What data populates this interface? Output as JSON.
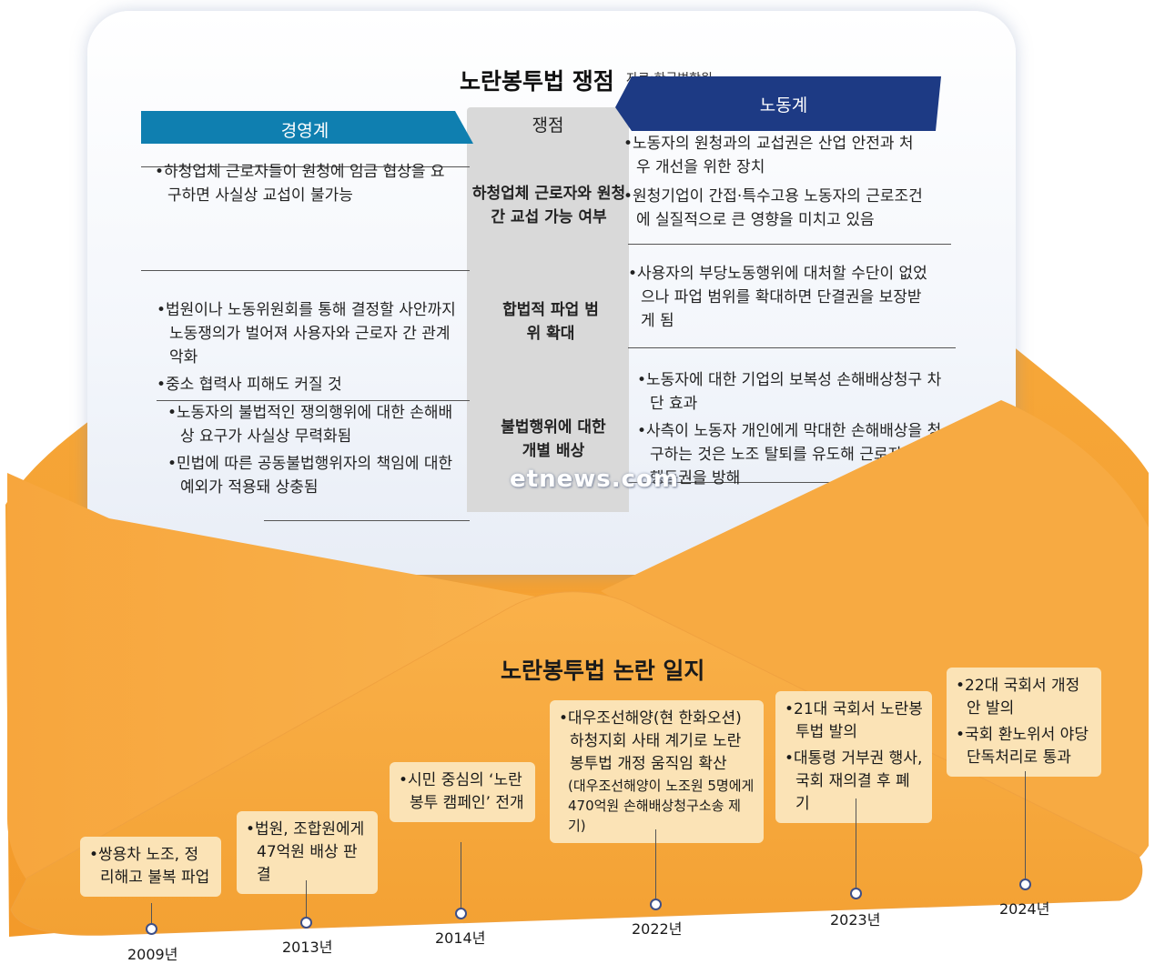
{
  "colors": {
    "envelope": "#f7ad3f",
    "management": "#0f7fb0",
    "labor": "#1d3a84",
    "issue_col": "#d9d9d9",
    "timeline_box": "#fbe3b6",
    "dot_border": "#3d4f88"
  },
  "card": {
    "title": "노란봉투법 쟁점",
    "source": "자료:한국법학원",
    "headers": {
      "management": "경영계",
      "issue": "쟁점",
      "labor": "노동계"
    },
    "rows": [
      {
        "issue": "하청업체 근로자와 원청 간 교섭 가능 여부",
        "management": [
          "하청업체 근로자들이 원청에 임금 협상을 요구하면 사실상 교섭이 불가능"
        ],
        "labor": [
          "노동자의 원청과의 교섭권은 산업 안전과 처우 개선을 위한 장치",
          "원청기업이 간접·특수고용 노동자의 근로조건에 실질적으로 큰 영향을 미치고 있음"
        ]
      },
      {
        "issue": "합법적 파업 범위 확대",
        "management": [
          "법원이나 노동위원회를 통해 결정할 사안까지 노동쟁의가 벌어져 사용자와 근로자 간 관계 악화",
          "중소 협력사 피해도 커질 것"
        ],
        "labor": [
          "사용자의 부당노동행위에 대처할 수단이 없었으나 파업 범위를 확대하면 단결권을 보장받게 됨"
        ]
      },
      {
        "issue": "불법행위에 대한 개별 배상",
        "management": [
          "노동자의 불법적인 쟁의행위에 대한 손해배상 요구가 사실상 무력화됨",
          "민법에 따른 공동불법행위자의 책임에 대한 예외가 적용돼 상충됨"
        ],
        "labor": [
          "노동자에 대한 기업의 보복성 손해배상청구 차단 효과",
          "사측이 노동자 개인에게 막대한 손해배상을 청구하는 것은 노조 탈퇴를 유도해 근로자 단체행동권을 방해"
        ]
      }
    ],
    "watermark": "etnews.com"
  },
  "timeline": {
    "title": "노란봉투법 논란 일지",
    "events": [
      {
        "year": "2009년",
        "items": [
          "쌍용차 노조, 정리해고 불복 파업"
        ],
        "note": ""
      },
      {
        "year": "2013년",
        "items": [
          "법원, 조합원에게 47억원 배상 판결"
        ],
        "note": ""
      },
      {
        "year": "2014년",
        "items": [
          "시민 중심의 ‘노란봉투 캠페인’ 전개"
        ],
        "note": ""
      },
      {
        "year": "2022년",
        "items": [
          "대우조선해양(현 한화오션) 하청지회 사태 계기로 노란봉투법 개정 움직임 확산"
        ],
        "note": "(대우조선해양이 노조원 5명에게 470억원 손해배상청구소송 제기)"
      },
      {
        "year": "2023년",
        "items": [
          "21대 국회서 노란봉투법 발의",
          "대통령 거부권 행사, 국회 재의결 후 폐기"
        ],
        "note": ""
      },
      {
        "year": "2024년",
        "items": [
          "22대 국회서 개정안 발의",
          "국회 환노위서 야당 단독처리로 통과"
        ],
        "note": ""
      }
    ]
  }
}
